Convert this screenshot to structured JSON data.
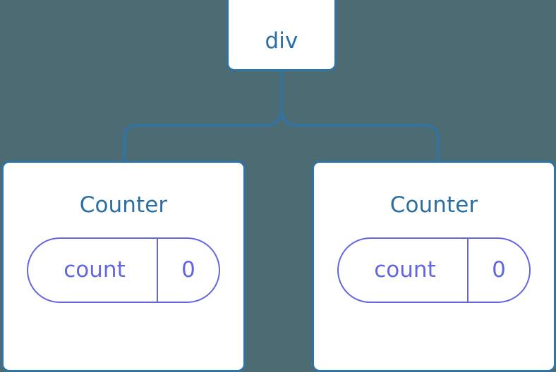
{
  "diagram": {
    "type": "component-tree",
    "background_color": "#4d6b73",
    "node_border_color": "#2f74a4",
    "node_fill_color": "#ffffff",
    "node_title_color": "#2b6ea3",
    "connector_color": "#2f74a4",
    "state_accent_color": "#6366e0",
    "root": {
      "label": "div"
    },
    "children": [
      {
        "label": "Counter",
        "state": {
          "key": "count",
          "value": "0"
        }
      },
      {
        "label": "Counter",
        "state": {
          "key": "count",
          "value": "0"
        }
      }
    ]
  }
}
